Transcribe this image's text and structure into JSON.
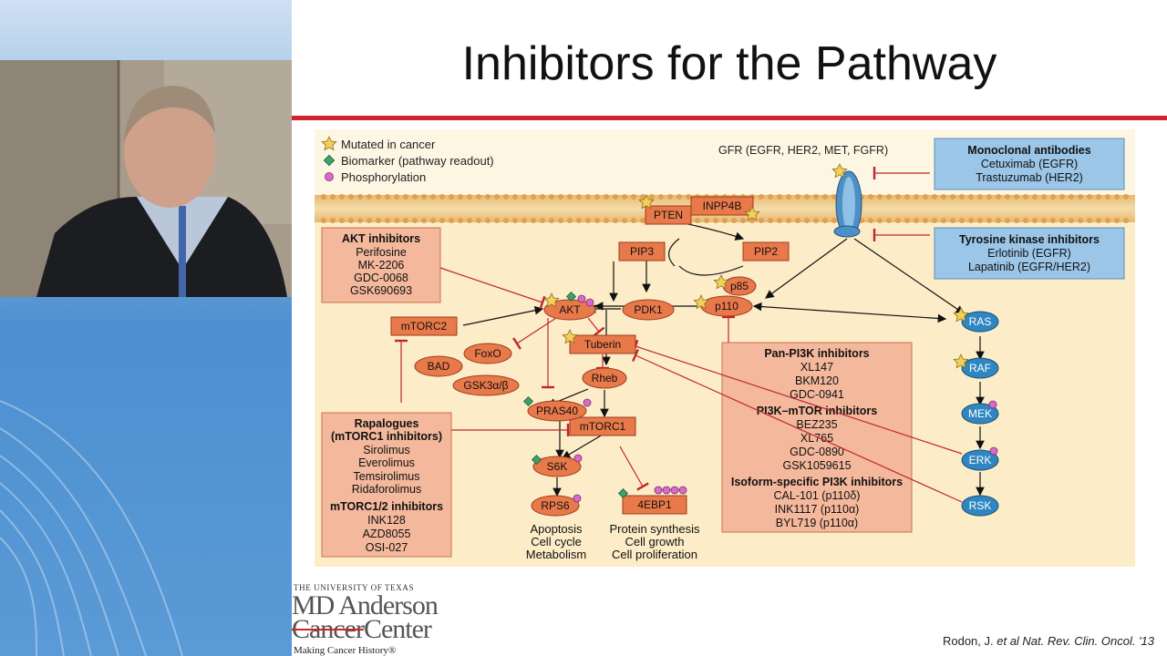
{
  "slide": {
    "title": "Inhibitors for the Pathway",
    "citation_author": "Rodon, J.",
    "citation_rest": " et al Nat. Rev. Clin. Oncol. '13"
  },
  "logo": {
    "line1": "THE UNIVERSITY OF TEXAS",
    "line2": "MD Anderson",
    "line3a": "Cancer",
    "line3b": "Center",
    "tagline": "Making Cancer History®"
  },
  "legend": {
    "mutated": "Mutated in cancer",
    "biomarker": "Biomarker (pathway readout)",
    "phospho": "Phosphorylation"
  },
  "receptor_label": "GFR (EGFR, HER2, MET, FGFR)",
  "nodes": {
    "pten": "PTEN",
    "inpp4b": "INPP4B",
    "pip3": "PIP3",
    "pip2": "PIP2",
    "akt": "AKT",
    "pdk1": "PDK1",
    "p85": "p85",
    "p110": "p110",
    "mtorc2": "mTORC2",
    "foxo": "FoxO",
    "bad": "BAD",
    "gsk3": "GSK3α/β",
    "tuberin": "Tuberin",
    "rheb": "Rheb",
    "pras40": "PRAS40",
    "mtorc1": "mTORC1",
    "s6k": "S6K",
    "rps6": "RPS6",
    "4ebp1": "4EBP1",
    "ras": "RAS",
    "raf": "RAF",
    "mek": "MEK",
    "erk": "ERK",
    "rsk": "RSK"
  },
  "outcomes": {
    "left": [
      "Apoptosis",
      "Cell cycle",
      "Metabolism"
    ],
    "right": [
      "Protein synthesis",
      "Cell growth",
      "Cell proliferation"
    ]
  },
  "boxes": {
    "monoclonal": {
      "title": "Monoclonal antibodies",
      "items": [
        "Cetuximab (EGFR)",
        "Trastuzumab (HER2)"
      ]
    },
    "tki": {
      "title": "Tyrosine kinase inhibitors",
      "items": [
        "Erlotinib (EGFR)",
        "Lapatinib (EGFR/HER2)"
      ]
    },
    "akt": {
      "title": "AKT inhibitors",
      "items": [
        "Perifosine",
        "MK-2206",
        "GDC-0068",
        "GSK690693"
      ]
    },
    "rapalogues": {
      "title1": "Rapalogues",
      "title2": "(mTORC1 inhibitors)",
      "items": [
        "Sirolimus",
        "Everolimus",
        "Temsirolimus",
        "Ridaforolimus"
      ],
      "title3": "mTORC1/2 inhibitors",
      "items2": [
        "INK128",
        "AZD8055",
        "OSI-027"
      ]
    },
    "pi3k": {
      "title1": "Pan-PI3K inhibitors",
      "items1": [
        "XL147",
        "BKM120",
        "GDC-0941"
      ],
      "title2": "PI3K–mTOR inhibitors",
      "items2": [
        "BEZ235",
        "XL765",
        "GDC-0890",
        "GSK1059615"
      ],
      "title3": "Isoform-specific PI3K inhibitors",
      "items3": [
        "CAL-101 (p110δ)",
        "INK1117 (p110α)",
        "BYL719 (p110α)"
      ]
    }
  },
  "colors": {
    "accent_red": "#d0242c",
    "node_fill": "#e8794a",
    "inhibitor_box": "#f4b79a",
    "blue_box": "#8dbbe0",
    "ras_node": "#2f86c0",
    "figure_bg": "#fdf4dc"
  }
}
